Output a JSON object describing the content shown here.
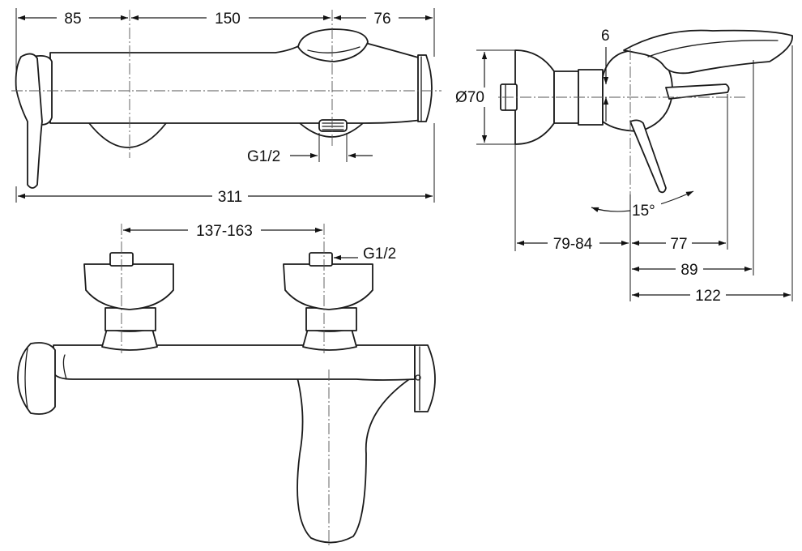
{
  "drawing": {
    "front_view": {
      "dims": {
        "left": "85",
        "middle": "150",
        "right": "76",
        "overall": "311",
        "outlet_thread": "G1/2"
      }
    },
    "side_view": {
      "dims": {
        "diameter": "Ø70",
        "handle_offset": "6",
        "angle": "15°",
        "wall_distance": "79-84",
        "d77": "77",
        "d89": "89",
        "d122": "122"
      }
    },
    "top_view": {
      "dims": {
        "inlet_spacing": "137-163",
        "inlet_thread": "G1/2"
      }
    }
  }
}
